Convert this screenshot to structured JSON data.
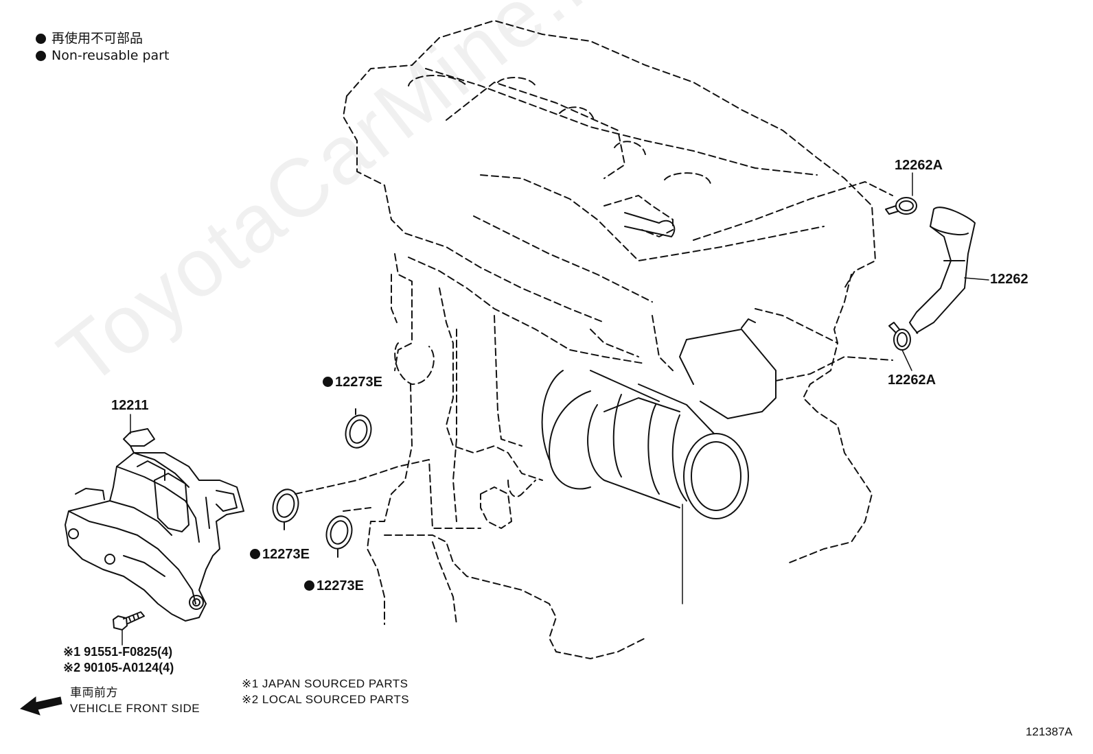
{
  "legend": {
    "non_reusable_ja": "再使用不可部品",
    "non_reusable_en": "Non-reusable part"
  },
  "parts": {
    "hose_clamp_top": "12262A",
    "hose": "12262",
    "hose_clamp_bottom": "12262A",
    "gasket_top": "12273E",
    "gasket_left": "12273E",
    "gasket_right": "12273E",
    "separator": "12211",
    "bolt_japan": "※1 91551-F0825(4)",
    "bolt_local": "※2 90105-A0124(4)"
  },
  "direction": {
    "label_ja": "車両前方",
    "label_en": "VEHICLE FRONT SIDE"
  },
  "notes": {
    "japan": "※1 JAPAN SOURCED PARTS",
    "local": "※2 LOCAL SOURCED PARTS"
  },
  "watermark": "ToyotaCarMine.ru",
  "figure_number": "121387A"
}
